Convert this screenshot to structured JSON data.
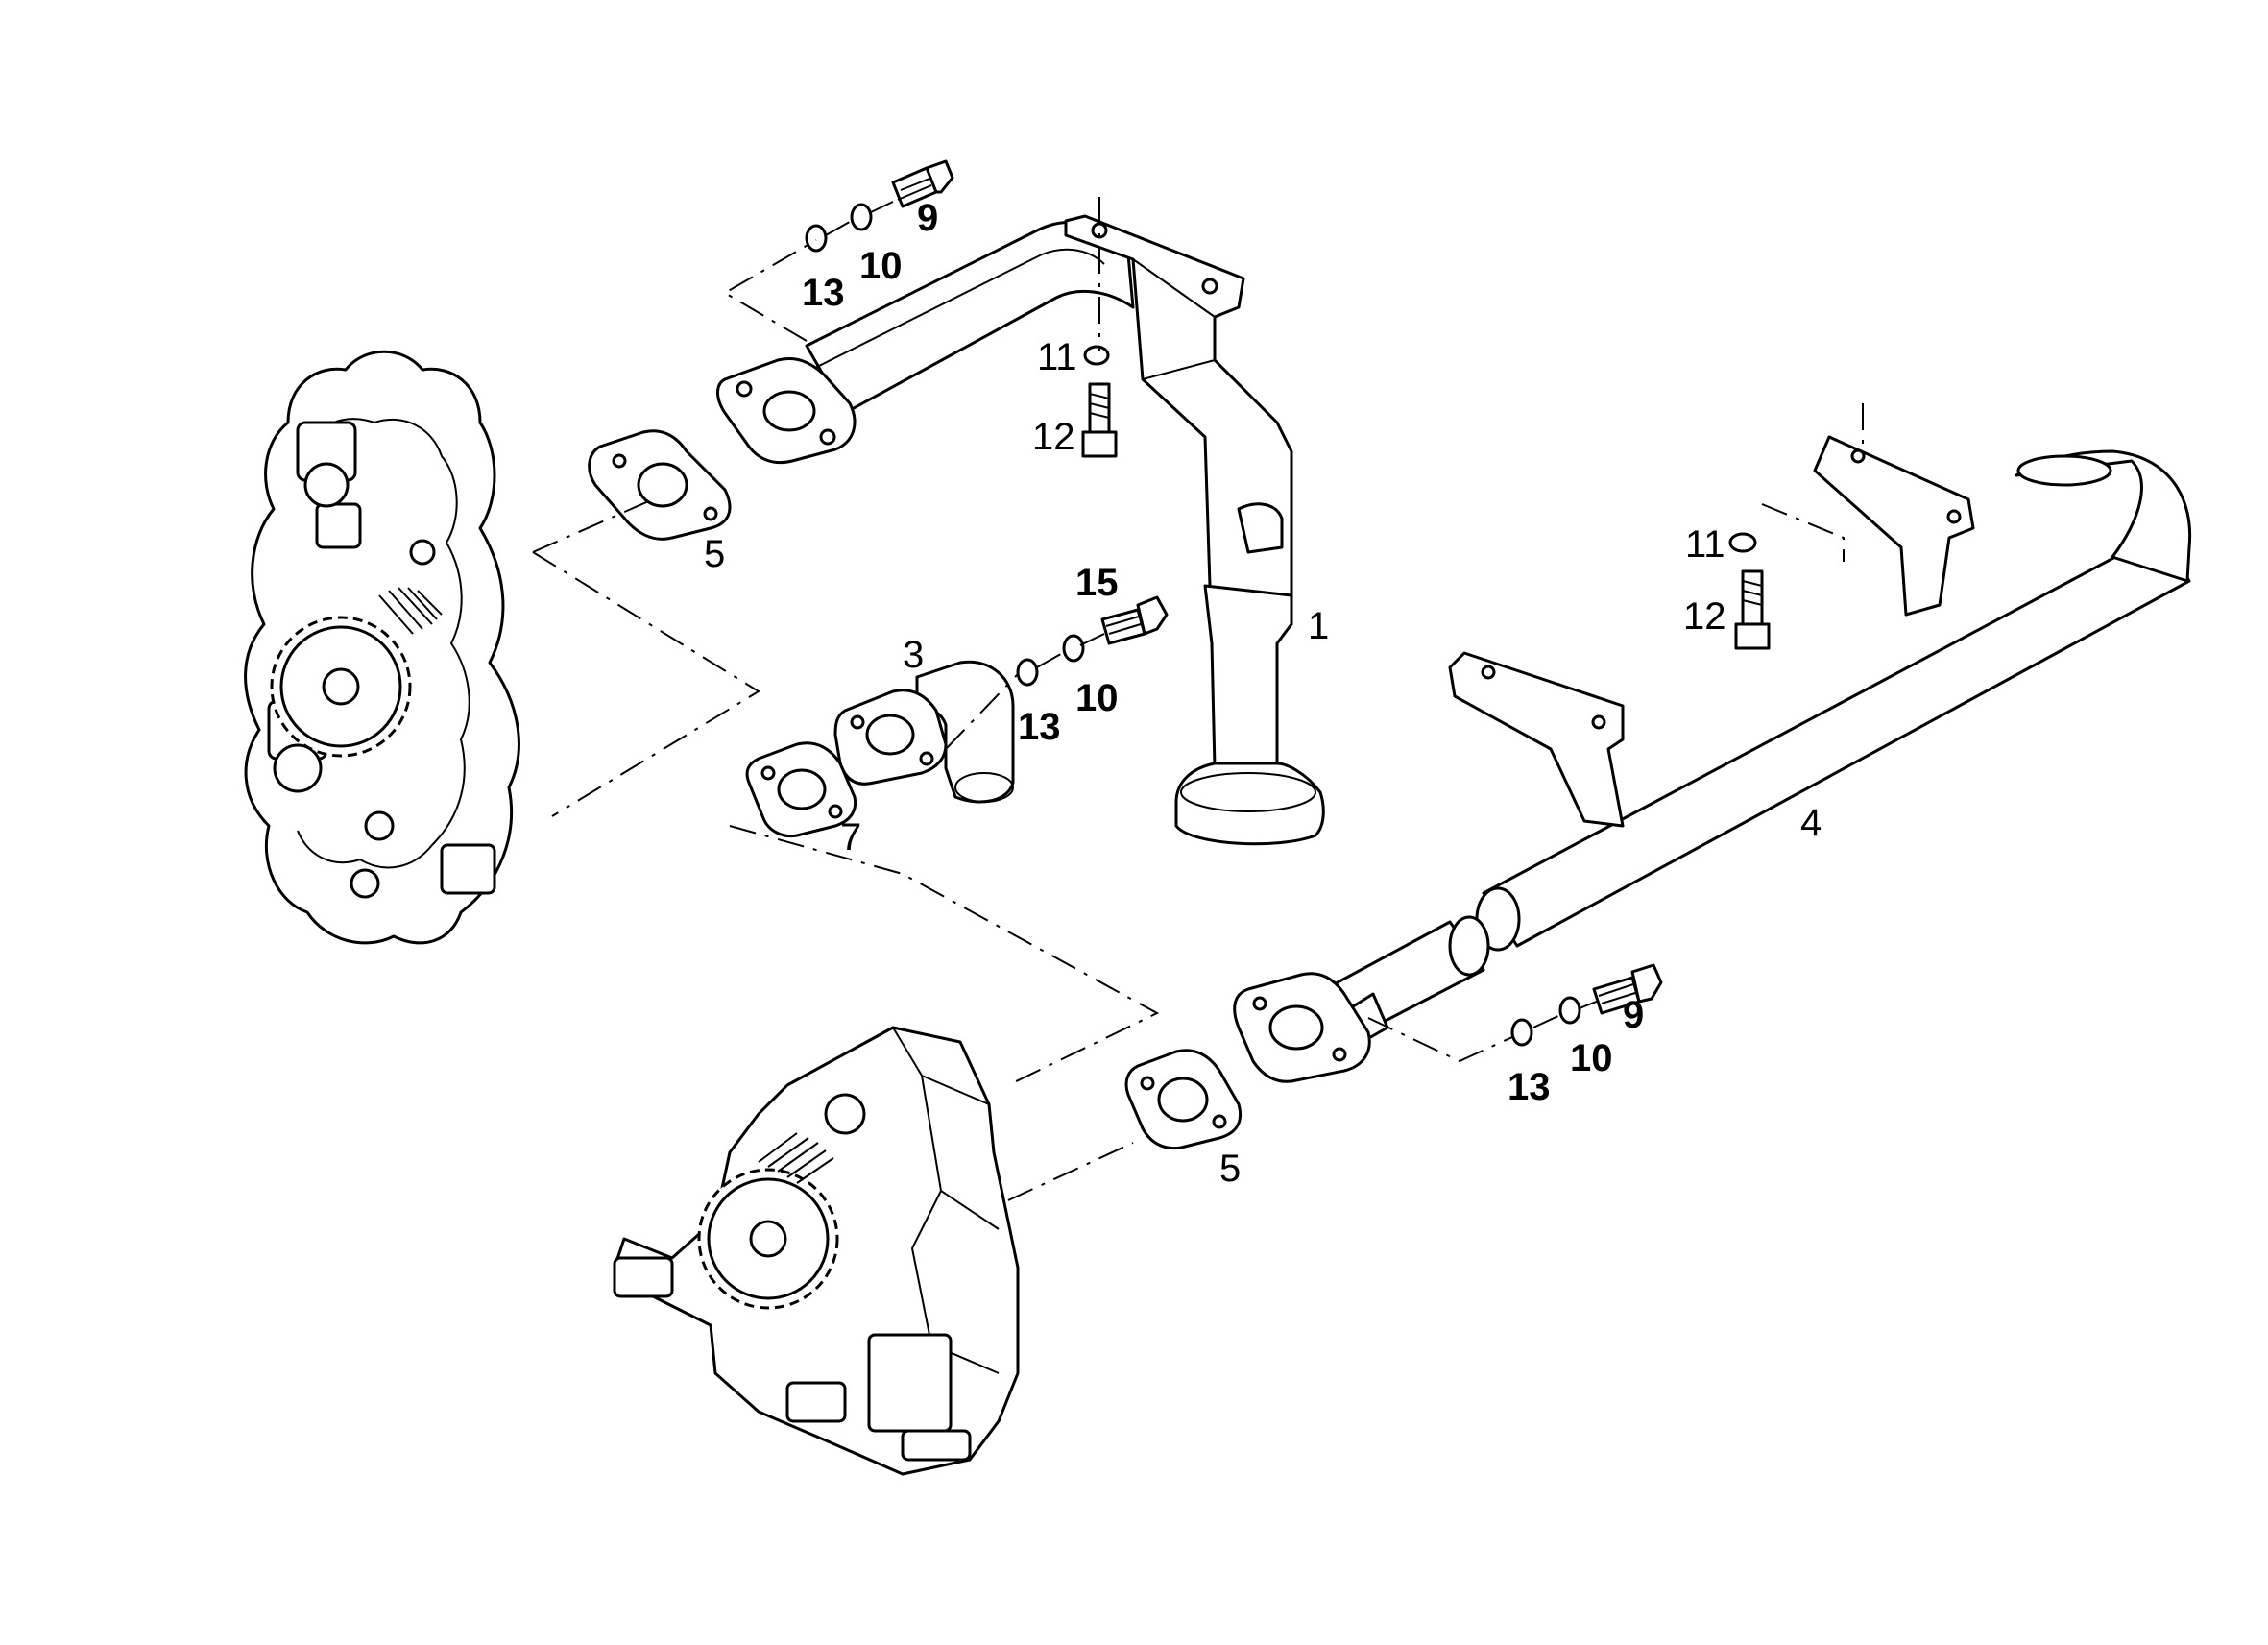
{
  "diagram": {
    "type": "exploded-parts-view",
    "callouts": {
      "oil_pipe_upper": "1",
      "elbow": "3",
      "oil_pipe_lower": "4",
      "gasket_upper": "5",
      "gasket_lower": "5",
      "gasket_elbow": "7",
      "bolt_upper": "9",
      "lockwasher_upper": "10",
      "washer_upper": "13",
      "bolt_elbow": "15",
      "lockwasher_elbow": "10",
      "washer_elbow": "13",
      "washer_bracket_upper": "11",
      "screw_bracket_upper": "12",
      "washer_bracket_lower": "11",
      "screw_bracket_lower": "12",
      "bolt_lower": "9",
      "lockwasher_lower": "10",
      "washer_lower": "13"
    }
  }
}
